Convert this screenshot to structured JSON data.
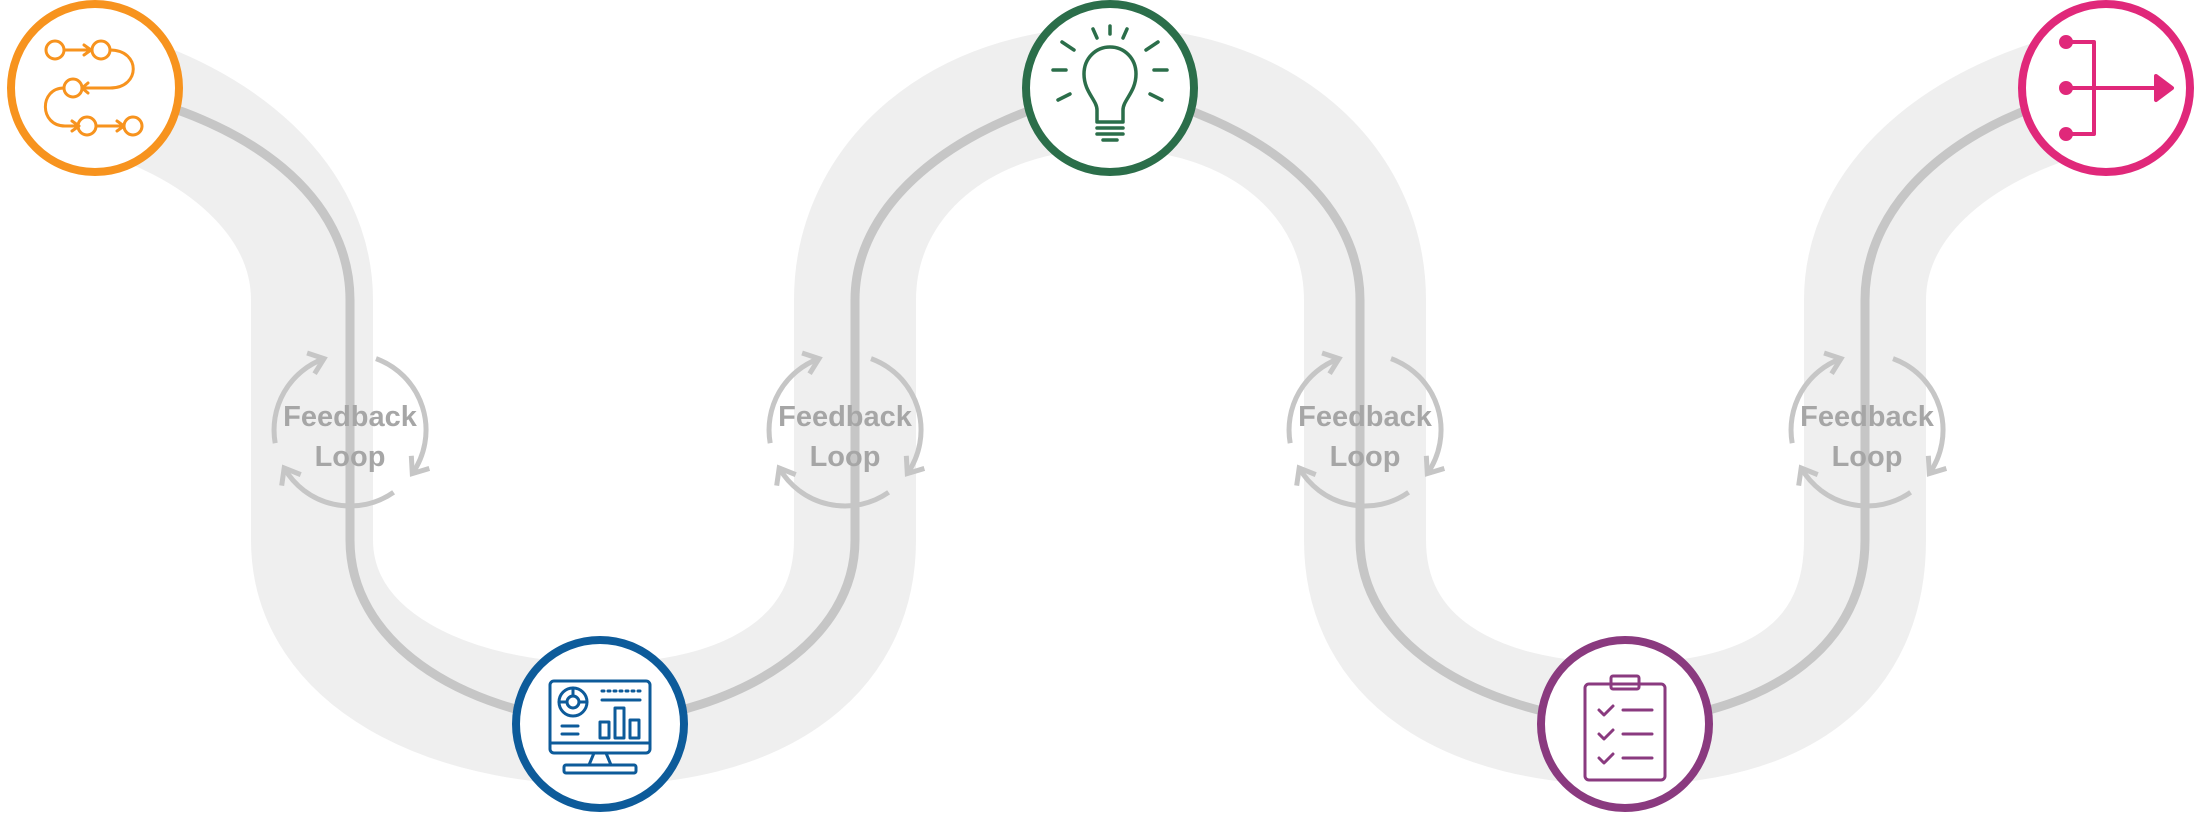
{
  "colors": {
    "band": "#efefef",
    "track": "#c6c6c6",
    "loop_arrows": "#c6c6c6",
    "loop_text": "#a6a6a6",
    "node_fill": "#ffffff"
  },
  "feedback_loops": [
    {
      "line1": "Feedback",
      "line2": "Loop"
    },
    {
      "line1": "Feedback",
      "line2": "Loop"
    },
    {
      "line1": "Feedback",
      "line2": "Loop"
    },
    {
      "line1": "Feedback",
      "line2": "Loop"
    }
  ],
  "nodes": [
    {
      "icon": "workflow-process-icon",
      "color": "#f7931e"
    },
    {
      "icon": "dashboard-monitor-icon",
      "color": "#0d5b9a"
    },
    {
      "icon": "lightbulb-idea-icon",
      "color": "#2b6e4a"
    },
    {
      "icon": "checklist-clipboard-icon",
      "color": "#8a3a7f"
    },
    {
      "icon": "merge-output-arrow-icon",
      "color": "#e0287a"
    }
  ]
}
